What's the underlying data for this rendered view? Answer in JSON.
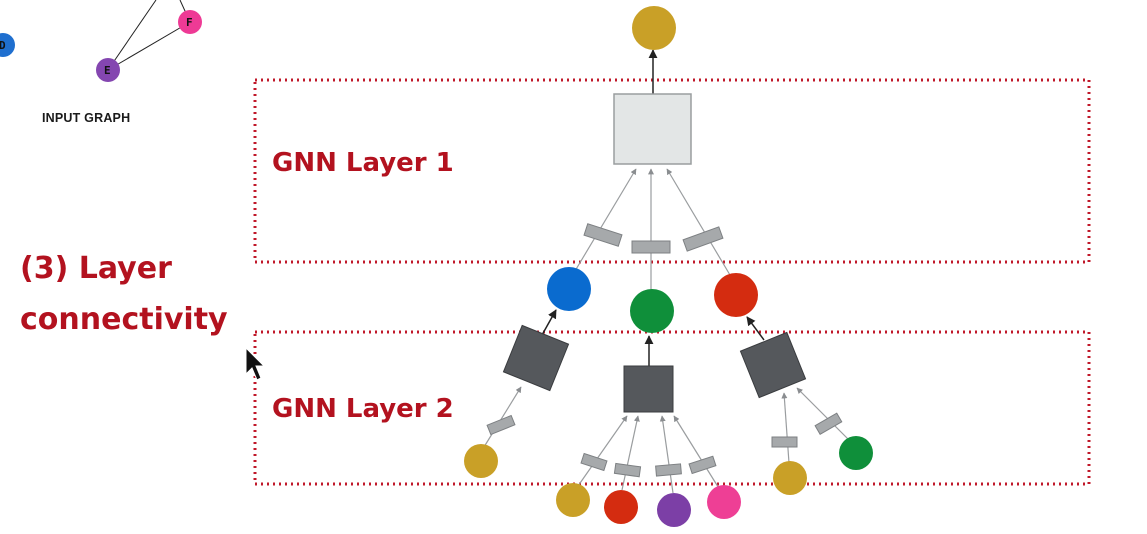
{
  "input_graph": {
    "label": "INPUT GRAPH",
    "nodes": [
      {
        "id": "D",
        "color": "#1f6fcf"
      },
      {
        "id": "E",
        "color": "#8446b0"
      },
      {
        "id": "F",
        "color": "#ee3a95"
      }
    ]
  },
  "title": {
    "line1": "(3) Layer",
    "line2": "connectivity"
  },
  "layers": {
    "layer1": "GNN Layer 1",
    "layer2": "GNN Layer 2"
  },
  "colors": {
    "accent_red": "#b3121f",
    "layer1_box": "#e3e6e6",
    "layer2_box": "#55585c",
    "message_box": "#a6a9ab",
    "gold": "#c9a027",
    "blue": "#0a6bcf",
    "green": "#0f8f3a",
    "red": "#d42c10",
    "purple": "#7c3fa6",
    "pink": "#ee3f95"
  }
}
